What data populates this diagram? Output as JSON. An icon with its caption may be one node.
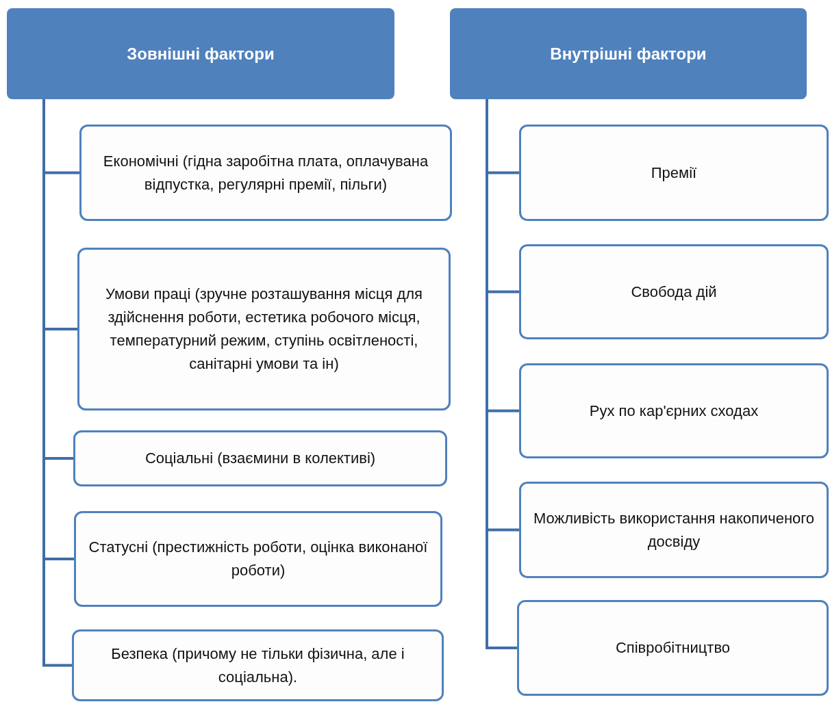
{
  "diagram": {
    "nodes": [
      {
        "text": [
          "Зовнішні фактори"
        ]
      },
      {
        "text": [
          "Економічні (гідна заробітна плата, оплачувана відпустка, регулярні премії, пільги)"
        ]
      },
      {
        "text": [
          "Умови праці (зручне розташування місця для здійснення роботи, естетика робочого місця, температурний режим, ступінь освітленості, санітарні умови та ін)"
        ]
      },
      {
        "text": [
          "Соціальні (взаємини в колективі)"
        ]
      },
      {
        "text": [
          "Статусні (престижність роботи, оцінка виконаної роботи)"
        ]
      },
      {
        "text": [
          "Безпека (причому не тільки фізична, але і соціальна)."
        ]
      },
      {
        "text": [
          "Внутрішні фактори"
        ]
      },
      {
        "text": [
          "Премії"
        ]
      },
      {
        "text": [
          "Свобода дій"
        ]
      },
      {
        "text": [
          "Рух по кар'єрних сходах"
        ]
      },
      {
        "text": [
          "Можливість використання накопиченого досвіду"
        ]
      },
      {
        "text": [
          "Співробітництво"
        ]
      }
    ],
    "edges": [
      {
        "from": 0,
        "to": 1,
        "arrow": "none"
      },
      {
        "from": 0,
        "to": 2,
        "arrow": "none"
      },
      {
        "from": 0,
        "to": 3,
        "arrow": "none"
      },
      {
        "from": 0,
        "to": 4,
        "arrow": "none"
      },
      {
        "from": 0,
        "to": 5,
        "arrow": "none"
      },
      {
        "from": 6,
        "to": 7,
        "arrow": "none"
      },
      {
        "from": 6,
        "to": 8,
        "arrow": "none"
      },
      {
        "from": 6,
        "to": 9,
        "arrow": "none"
      },
      {
        "from": 6,
        "to": 10,
        "arrow": "none"
      },
      {
        "from": 6,
        "to": 11,
        "arrow": "none"
      }
    ]
  }
}
